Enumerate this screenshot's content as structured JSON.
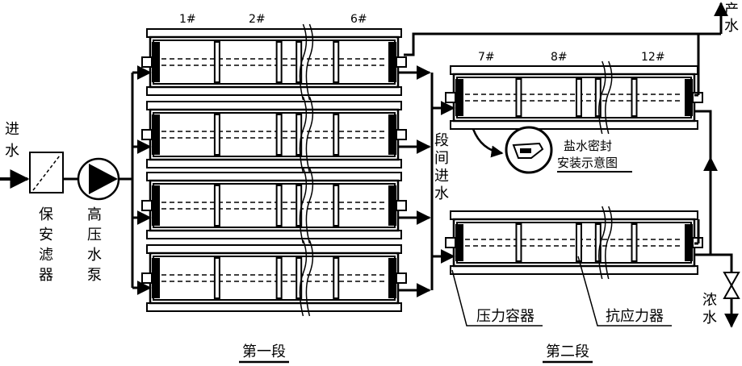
{
  "labels": {
    "inlet": "进水",
    "filter": "保安滤器",
    "pump": "高压水泵",
    "interstage": "段间进水",
    "product": "产水",
    "concentrate": "浓水",
    "seal_title_1": "盐水密封",
    "seal_title_2": "安装示意图",
    "pressure_vessel": "压力容器",
    "anti_telescoping": "抗应力器",
    "stage1": "第一段",
    "stage2": "第二段"
  },
  "stage1_elements": [
    "1#",
    "2#",
    "6#"
  ],
  "stage2_elements": [
    "7#",
    "8#",
    "12#"
  ],
  "colors": {
    "ink": "#000000",
    "paper": "#ffffff"
  }
}
